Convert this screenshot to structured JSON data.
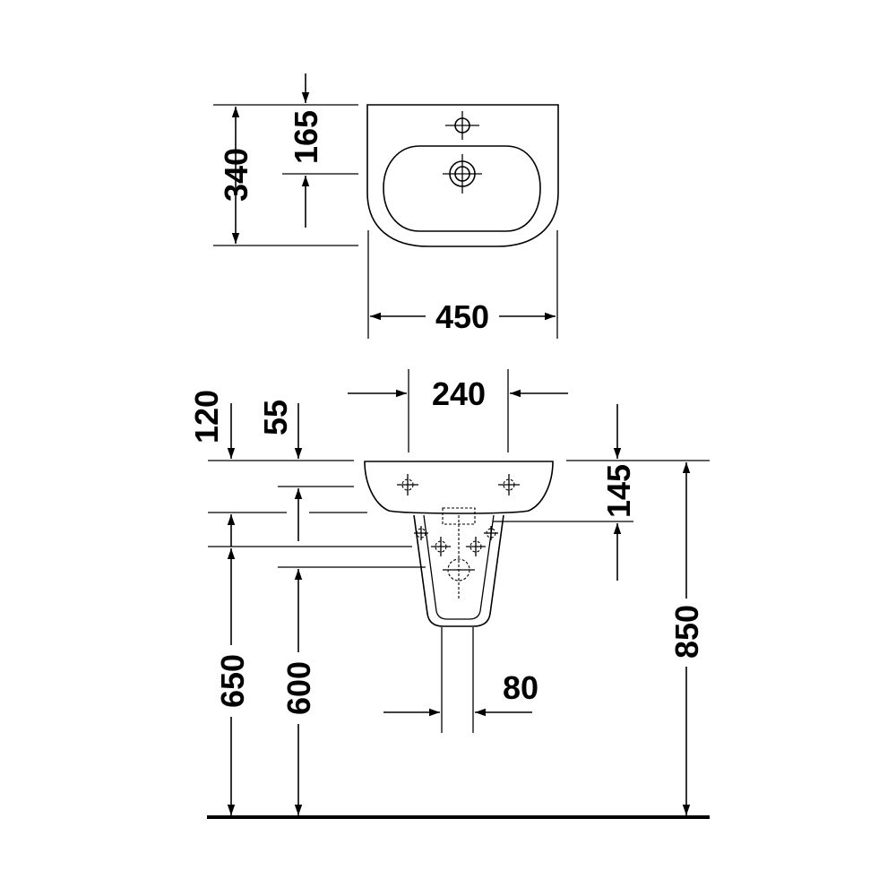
{
  "top_view": {
    "depth_label": "340",
    "tap_hole_offset_label": "165",
    "width_label": "450"
  },
  "front_view": {
    "mount_spacing_label": "240",
    "bolt_to_top_label": "120",
    "bolt_inset_label": "55",
    "drain_offset_label": "145",
    "height_650_label": "650",
    "height_600_label": "600",
    "pedestal_width_label": "80",
    "overall_height_label": "850"
  },
  "colors": {
    "line": "#000000",
    "background": "#ffffff"
  }
}
